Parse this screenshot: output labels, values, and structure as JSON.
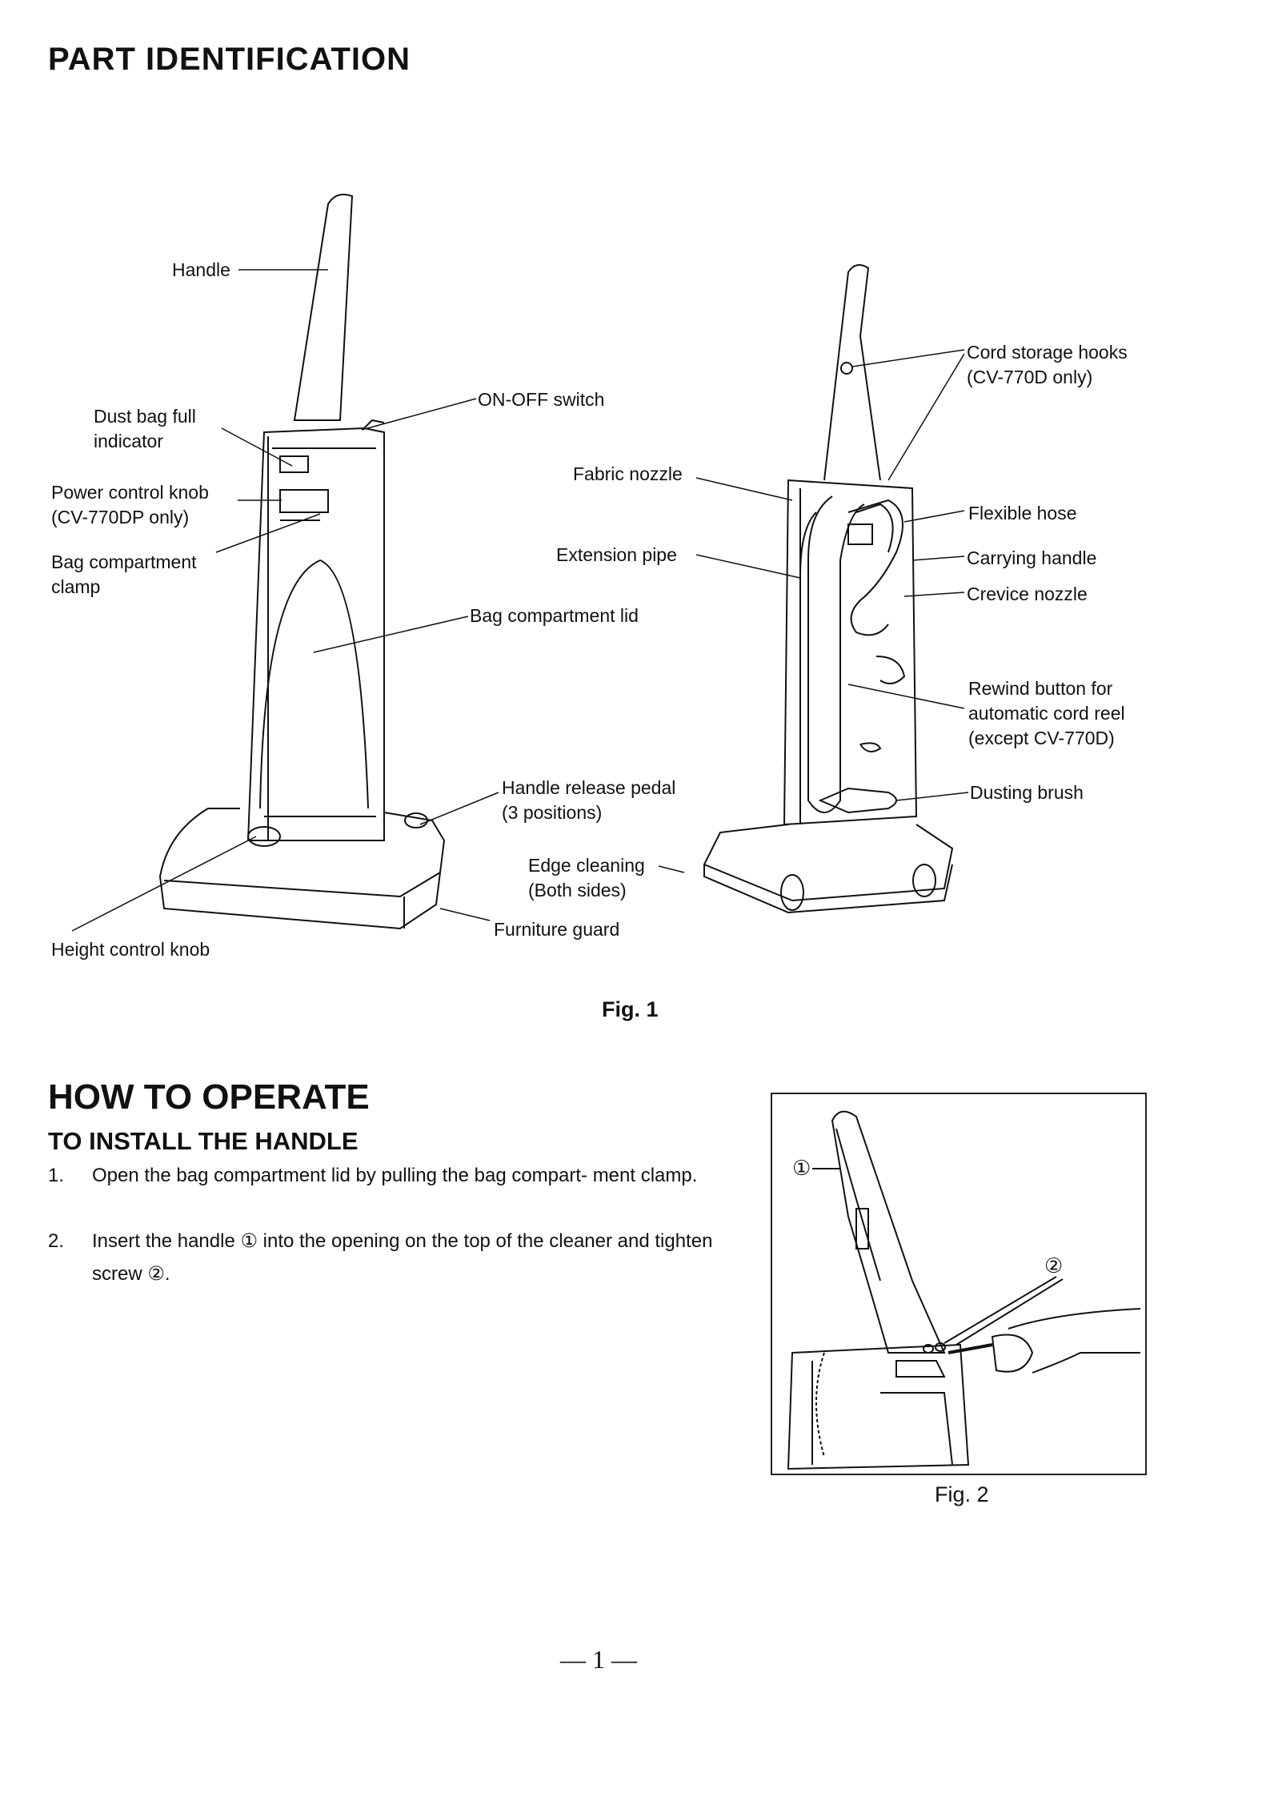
{
  "part_identification": {
    "title": "PART IDENTIFICATION",
    "labels": {
      "handle": "Handle",
      "dust_bag_full_l1": "Dust bag full",
      "dust_bag_full_l2": "indicator",
      "power_control_l1": "Power control knob",
      "power_control_l2": "(CV-770DP only)",
      "bag_clamp_l1": "Bag compartment",
      "bag_clamp_l2": "clamp",
      "on_off": "ON-OFF switch",
      "fabric_nozzle": "Fabric nozzle",
      "extension_pipe": "Extension pipe",
      "bag_lid": "Bag compartment lid",
      "handle_release_l1": "Handle release pedal",
      "handle_release_l2": "(3 positions)",
      "edge_cleaning_l1": "Edge cleaning",
      "edge_cleaning_l2": "(Both sides)",
      "furniture_guard": "Furniture guard",
      "height_control": "Height control knob",
      "cord_hooks_l1": "Cord storage hooks",
      "cord_hooks_l2": "(CV-770D only)",
      "flexible_hose": "Flexible hose",
      "carrying_handle": "Carrying handle",
      "crevice_nozzle": "Crevice nozzle",
      "rewind_l1": "Rewind button for",
      "rewind_l2": "automatic cord reel",
      "rewind_l3": "(except CV-770D)",
      "dusting_brush": "Dusting brush"
    },
    "fig_caption": "Fig. 1"
  },
  "how_to_operate": {
    "title": "HOW TO OPERATE",
    "subtitle": "TO INSTALL THE HANDLE",
    "steps": [
      {
        "num": "1.",
        "text": "Open the bag compartment lid by pulling the bag compart- ment clamp."
      },
      {
        "num": "2.",
        "text": "Insert the handle ① into the opening on the top of the cleaner and tighten screw ②."
      }
    ],
    "fig2": {
      "callout_1": "①",
      "callout_2": "②",
      "caption": "Fig. 2"
    }
  },
  "page_number": "— 1 —"
}
